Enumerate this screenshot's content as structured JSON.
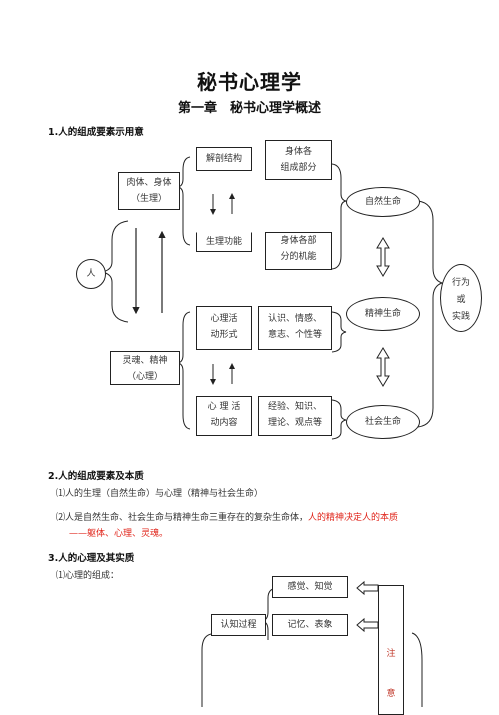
{
  "title": "秘书心理学",
  "chapter": "第一章　秘书心理学概述",
  "s1": {
    "heading": "1.人的组成要素示用意",
    "person": "人",
    "body_box": [
      "肉体、身体",
      "（生理）"
    ],
    "soul_box": [
      "灵魂、精神",
      "（心理）"
    ],
    "anatomy": "解剖结构",
    "body_parts": [
      "身体各",
      "组成部分"
    ],
    "physio_func": "生理功能",
    "body_mech": [
      "身体各部",
      "分的机能"
    ],
    "psy_form": [
      "心理活",
      "动形式"
    ],
    "cognition": [
      "认识、情感、",
      "意志、个性等"
    ],
    "psy_content": [
      "心 理 活",
      "动内容"
    ],
    "experience": [
      "经验、知识、",
      "理论、观点等"
    ],
    "natural_life": "自然生命",
    "spirit_life": "精神生命",
    "social_life": "社会生命",
    "behavior": [
      "行为",
      "或",
      "实践"
    ]
  },
  "s2": {
    "heading": "2.人的组成要素及本质",
    "p1": "⑴人的生理（自然生命）与心理（精神与社会生命）",
    "p2_main": "⑵人是自然生命、社会生命与精神生命三重存在的复杂生命体，",
    "p2_red": "人的精神决定人的本质",
    "p2_cont": "——躯体、心理、灵魂。"
  },
  "s3": {
    "heading": "3.人的心理及其实质",
    "p1": "⑴心理的组成：",
    "cog_process": "认知过程",
    "sense": "感觉、知觉",
    "memory": "记忆、表象",
    "attention": [
      "注",
      "意"
    ]
  },
  "colors": {
    "accent_red": "#e0241a",
    "line": "#222222"
  }
}
